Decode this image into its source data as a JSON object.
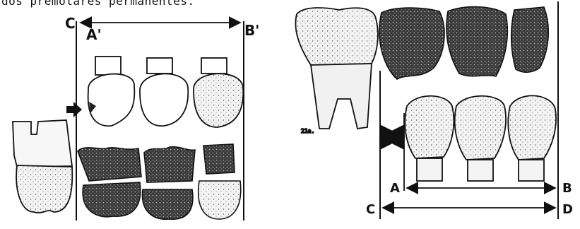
{
  "caption": "dos premolares permanentes.",
  "left_panel": {
    "labels": {
      "c": "C",
      "a_prime": "A'",
      "b_prime": "B'"
    }
  },
  "right_panel": {
    "labels": {
      "a": "A",
      "b": "B",
      "c": "C",
      "d": "D"
    },
    "sig": "21a."
  }
}
